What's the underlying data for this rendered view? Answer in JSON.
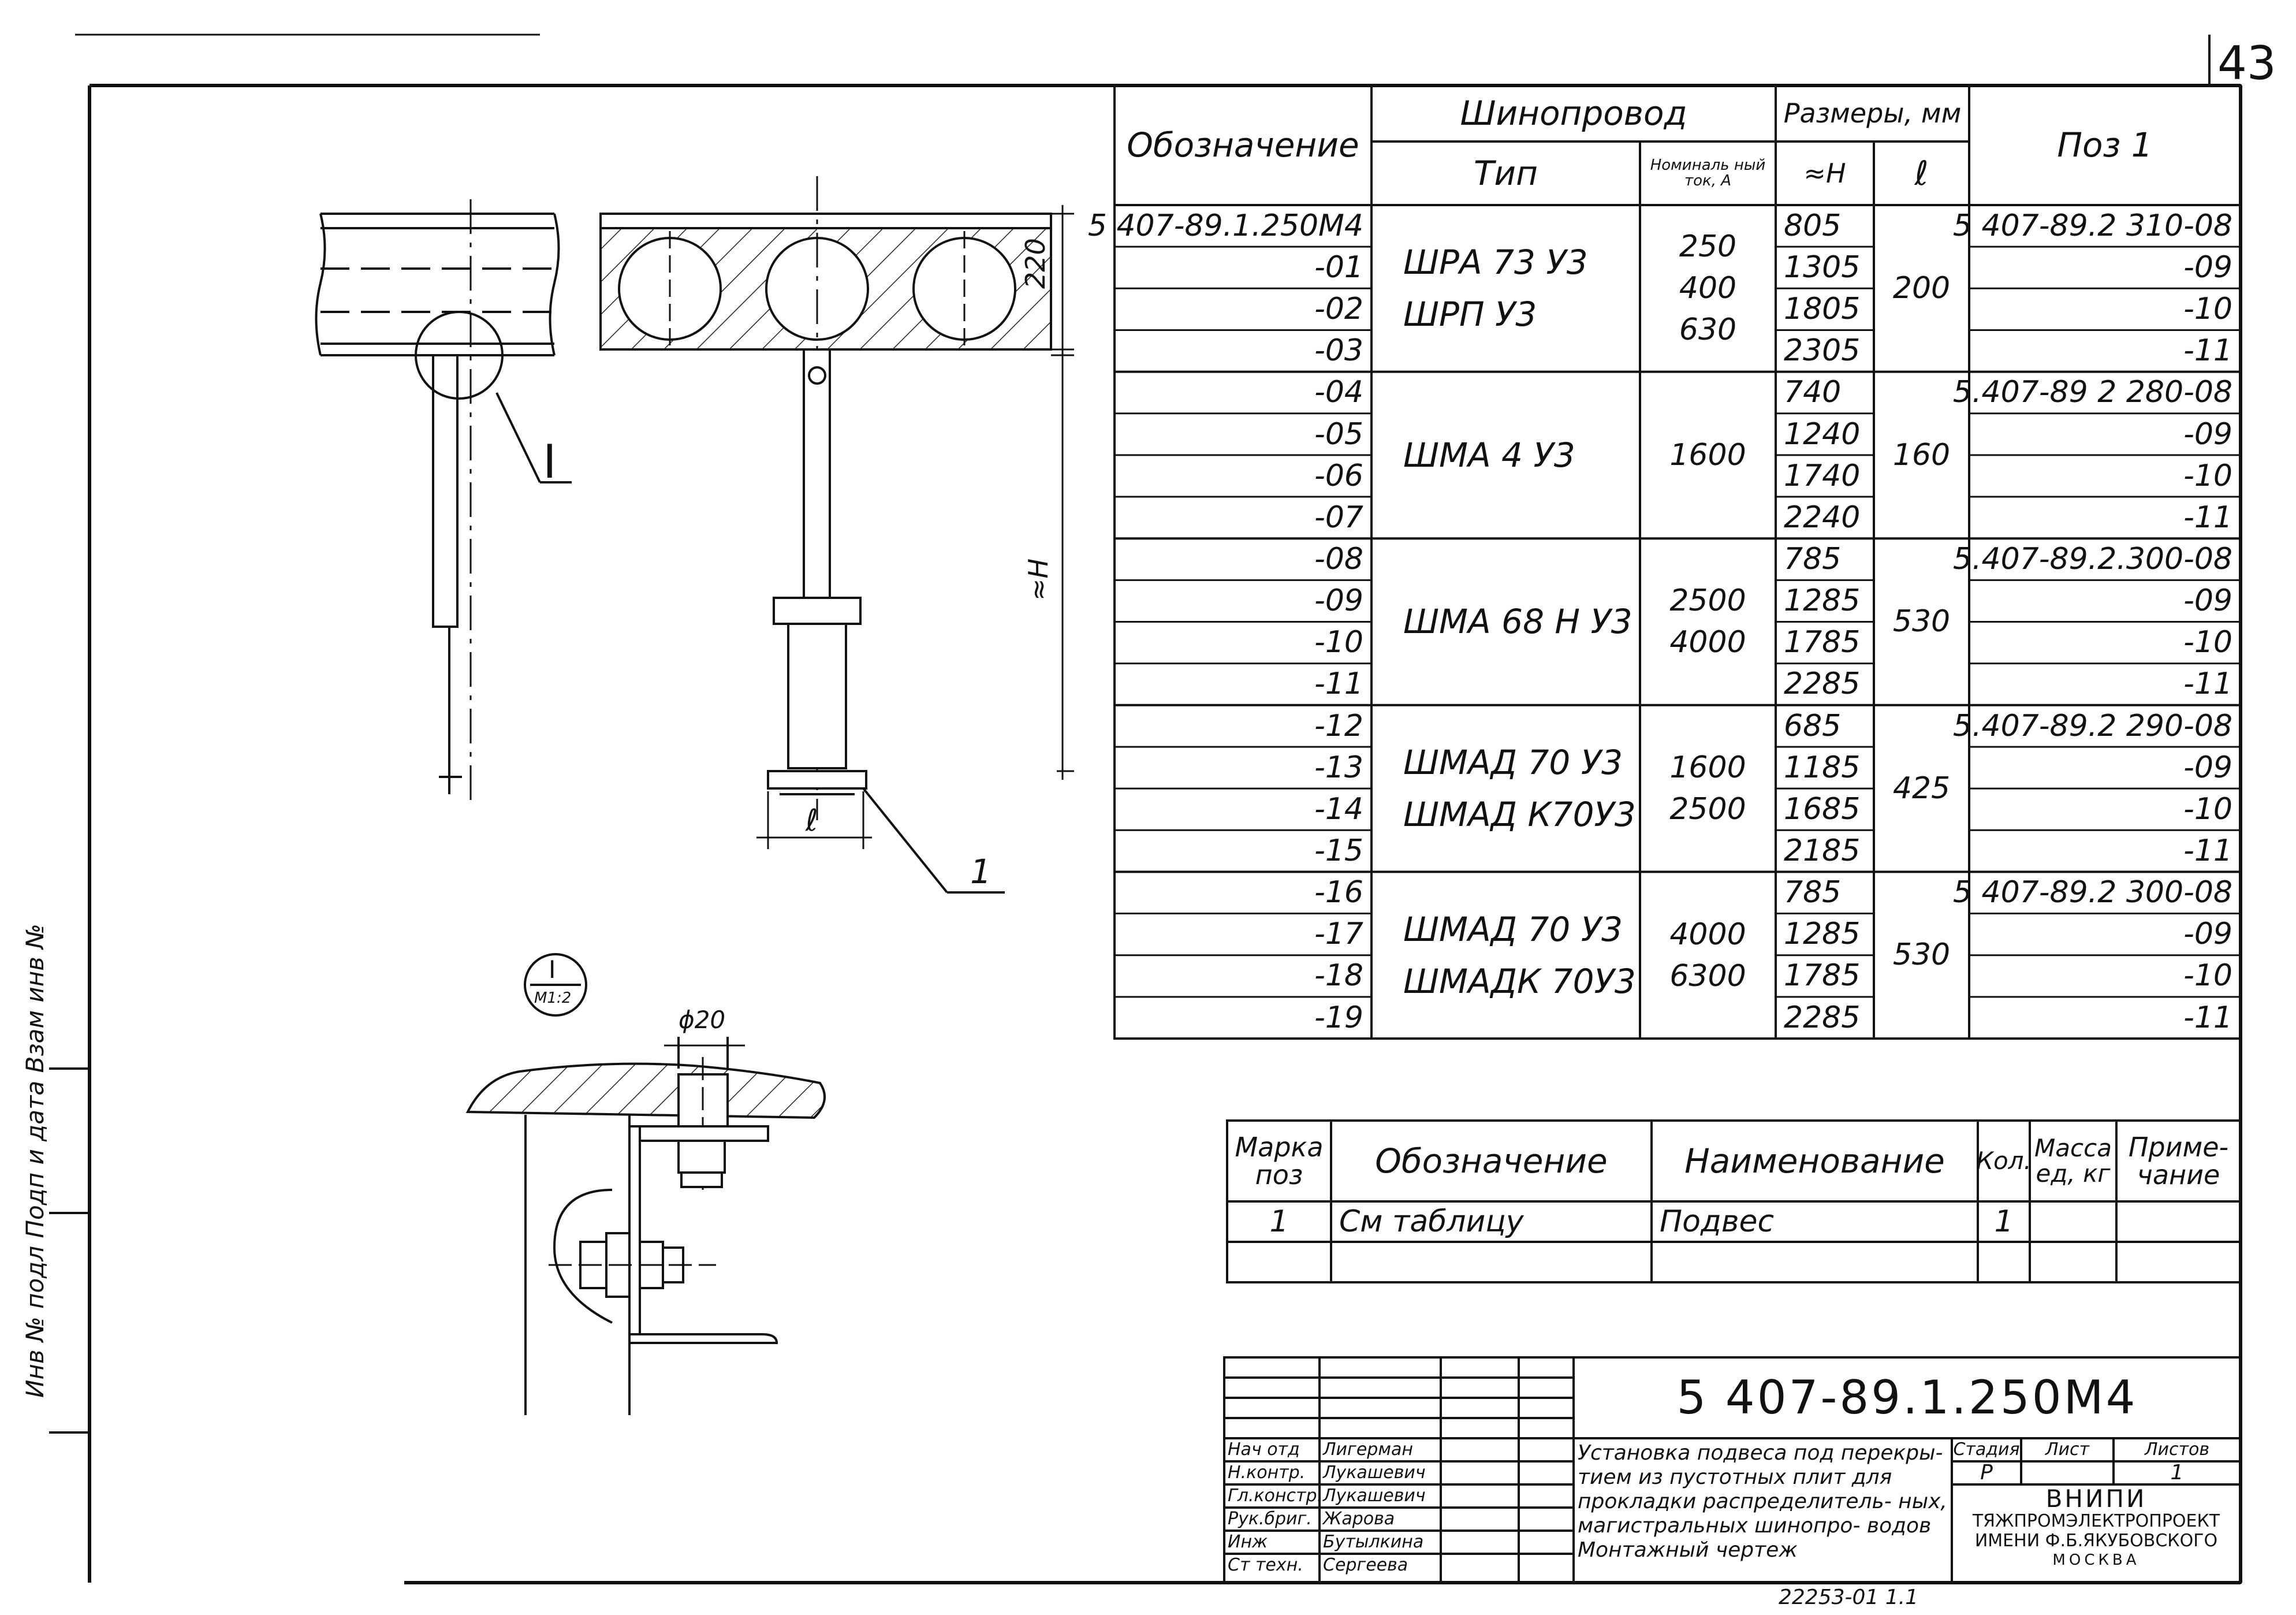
{
  "sheet_number": "43",
  "side_stamp": "Инв № подл  Подп и дата  Взам инв №",
  "drawing": {
    "label_I": "I",
    "label_220": "220",
    "label_H": "≈H",
    "label_l": "ℓ",
    "label_pos": "1",
    "callout_top": "I",
    "callout_bottom": "М1:2",
    "label_d20": "ϕ20"
  },
  "main_table": {
    "head": {
      "designation": "Обозначение",
      "busway": "Шинопровод",
      "type": "Тип",
      "current": "Номиналь ный ток, А",
      "dims": "Размеры, мм",
      "H": "≈Н",
      "l": "ℓ",
      "pos": "Поз 1"
    },
    "rows": [
      {
        "des": "5 407-89.1.250М4",
        "H": "805",
        "pos": "5 407-89.2 310-08"
      },
      {
        "des": "-01",
        "H": "1305",
        "pos": "-09"
      },
      {
        "des": "-02",
        "H": "1805",
        "pos": "-10"
      },
      {
        "des": "-03",
        "H": "2305",
        "pos": "-11"
      },
      {
        "des": "-04",
        "H": "740",
        "pos": "5.407-89 2 280-08"
      },
      {
        "des": "-05",
        "H": "1240",
        "pos": "-09"
      },
      {
        "des": "-06",
        "H": "1740",
        "pos": "-10"
      },
      {
        "des": "-07",
        "H": "2240",
        "pos": "-11"
      },
      {
        "des": "-08",
        "H": "785",
        "pos": "5.407-89.2.300-08"
      },
      {
        "des": "-09",
        "H": "1285",
        "pos": "-09"
      },
      {
        "des": "-10",
        "H": "1785",
        "pos": "-10"
      },
      {
        "des": "-11",
        "H": "2285",
        "pos": "-11"
      },
      {
        "des": "-12",
        "H": "685",
        "pos": "5.407-89.2 290-08"
      },
      {
        "des": "-13",
        "H": "1185",
        "pos": "-09"
      },
      {
        "des": "-14",
        "H": "1685",
        "pos": "-10"
      },
      {
        "des": "-15",
        "H": "2185",
        "pos": "-11"
      },
      {
        "des": "-16",
        "H": "785",
        "pos": "5 407-89.2 300-08"
      },
      {
        "des": "-17",
        "H": "1285",
        "pos": "-09"
      },
      {
        "des": "-18",
        "H": "1785",
        "pos": "-10"
      },
      {
        "des": "-19",
        "H": "2285",
        "pos": "-11"
      }
    ],
    "groups": [
      {
        "type1": "ШРА 73 У3",
        "type2": "ШРП У3",
        "cur": "250\n400\n630",
        "l": "200"
      },
      {
        "type1": "ШМА 4  У3",
        "type2": "",
        "cur": "1600",
        "l": "160"
      },
      {
        "type1": "ШМА 68 Н У3",
        "type2": "",
        "cur": "2500\n4000",
        "l": "530"
      },
      {
        "type1": "ШМАД 70 У3",
        "type2": "ШМАД К70У3",
        "cur": "1600\n2500",
        "l": "425"
      },
      {
        "type1": "ШМАД 70 У3",
        "type2": "ШМАДК 70У3",
        "cur": "4000\n6300",
        "l": "530"
      }
    ]
  },
  "spec_table": {
    "head": {
      "mark": "Марка поз",
      "designation": "Обозначение",
      "name": "Наименование",
      "qty": "Кол.",
      "mass": "Масса ед, кг",
      "note": "Приме- чание"
    },
    "row": {
      "mark": "1",
      "designation": "См таблицу",
      "name": "Подвес",
      "qty": "1",
      "mass": "",
      "note": ""
    }
  },
  "title_block": {
    "code": "5 407-89.1.250М4",
    "roles": [
      {
        "role": "Нач отд",
        "name": "Лигерман"
      },
      {
        "role": "Н.контр.",
        "name": "Лукашевич"
      },
      {
        "role": "Гл.констр.",
        "name": "Лукашевич"
      },
      {
        "role": "Рук.бриг.",
        "name": "Жарова"
      },
      {
        "role": "Инж",
        "name": "Бутылкина"
      },
      {
        "role": "Ст техн.",
        "name": "Сергеева"
      }
    ],
    "description": "Установка подвеса под перекры- тием из пустотных плит для прокладки распределитель- ных, магистральных шинопро- водов Монтажный чертеж",
    "stage_label": "Стадия",
    "sheet_label": "Лист",
    "sheets_label": "Листов",
    "stage": "Р",
    "sheets": "1",
    "org1": "ВНИПИ",
    "org2": "ТЯЖПРОМЭЛЕКТРОПРОЕКТ",
    "org3": "ИМЕНИ Ф.Б.ЯКУБОВСКОГО",
    "org4": "МОСКВА"
  },
  "archive_number": "22253-01  1.1"
}
